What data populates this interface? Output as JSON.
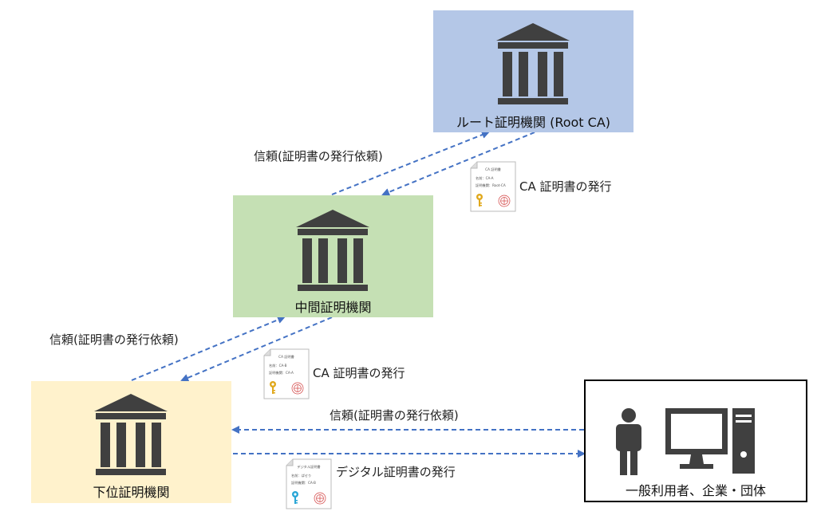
{
  "colors": {
    "root_fill": "#b4c7e7",
    "intermediate_fill": "#c5e0b4",
    "subordinate_fill": "#fff2cc",
    "user_border": "#000000",
    "icon": "#404040",
    "arrow": "#4472c4"
  },
  "nodes": {
    "root": {
      "label": "ルート証明機関 (Root CA)",
      "icon": "bank-icon"
    },
    "intermediate": {
      "label": "中間証明機関",
      "icon": "bank-icon"
    },
    "subordinate": {
      "label": "下位証明機関",
      "icon": "bank-icon"
    },
    "user": {
      "label": "一般利用者、企業・団体",
      "icons": [
        "person-icon",
        "computer-icon"
      ]
    }
  },
  "edges": {
    "trust_root": "信頼(証明書の発行依頼)",
    "issue_root": "CA 証明書の発行",
    "trust_intermediate": "信頼(証明書の発行依頼)",
    "issue_intermediate": "CA 証明書の発行",
    "trust_user": "信頼(証明書の発行依頼)",
    "issue_user": "デジタル証明書の発行"
  },
  "certificates": {
    "root_issued": {
      "title": "CA 証明書",
      "name": "名前：CA-A",
      "issuer": "証明機関：Root-CA",
      "key_color": "#e0a81c"
    },
    "intermediate_issued": {
      "title": "CA 証明書",
      "name": "名前：CA-B",
      "issuer": "証明機関：CA-A",
      "key_color": "#e0a81c"
    },
    "digital_issued": {
      "title": "デジタル証明書",
      "name": "名前：ぱせり",
      "issuer": "証明機関：CA-B",
      "key_color": "#2aa6d6"
    }
  }
}
